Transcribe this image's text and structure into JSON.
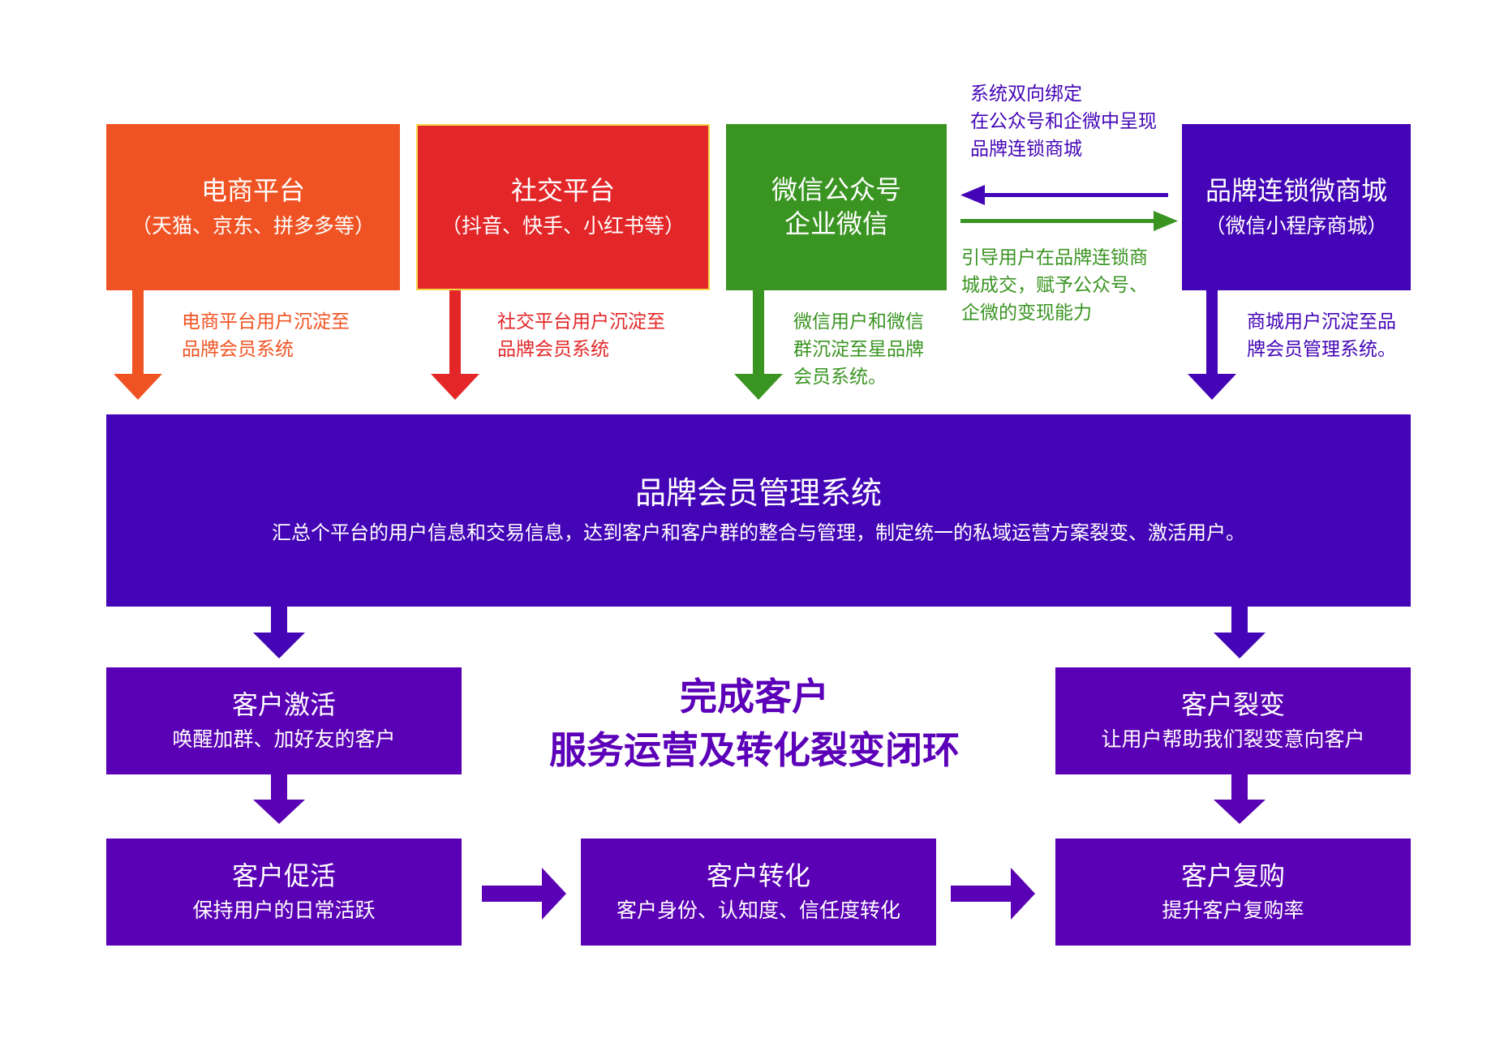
{
  "colors": {
    "orange": "#f05323",
    "red": "#e32729",
    "green": "#3a9422",
    "indigo": "#4405b6",
    "purple": "#5a00b5"
  },
  "platforms": {
    "ecommerce": {
      "title": "电商平台",
      "subtitle": "（天猫、京东、拼多多等）",
      "note": [
        "电商平台用户沉淀至",
        "品牌会员系统"
      ]
    },
    "social": {
      "title": "社交平台",
      "subtitle": "（抖音、快手、小红书等）",
      "note": [
        "社交平台用户沉淀至",
        "品牌会员系统"
      ]
    },
    "wechat": {
      "title": "微信公众号",
      "subtitle": "企业微信",
      "note": [
        "微信用户和微信",
        "群沉淀至星品牌",
        "会员系统。"
      ]
    },
    "mall": {
      "title": "品牌连锁微商城",
      "subtitle": "（微信小程序商城）",
      "note": [
        "商城用户沉淀至品",
        "牌会员管理系统。"
      ]
    }
  },
  "binding": {
    "top_note": [
      "系统双向绑定",
      "在公众号和企微中呈现",
      "品牌连锁商城"
    ],
    "bottom_note": [
      "引导用户在品牌连锁商",
      "城成交，赋予公众号、",
      "企微的变现能力"
    ]
  },
  "system": {
    "title": "品牌会员管理系统",
    "subtitle": "汇总个平台的用户信息和交易信息，达到客户和客户群的整合与管理，制定统一的私域运营方案裂变、激活用户。"
  },
  "center": {
    "line1": "完成客户",
    "line2": "服务运营及转化裂变闭环"
  },
  "stages": {
    "activate": {
      "title": "客户激活",
      "subtitle": "唤醒加群、加好友的客户"
    },
    "fission": {
      "title": "客户裂变",
      "subtitle": "让用户帮助我们裂变意向客户"
    },
    "promote": {
      "title": "客户促活",
      "subtitle": "保持用户的日常活跃"
    },
    "convert": {
      "title": "客户转化",
      "subtitle": "客户身份、认知度、信任度转化"
    },
    "repurchase": {
      "title": "客户复购",
      "subtitle": "提升客户复购率"
    }
  }
}
